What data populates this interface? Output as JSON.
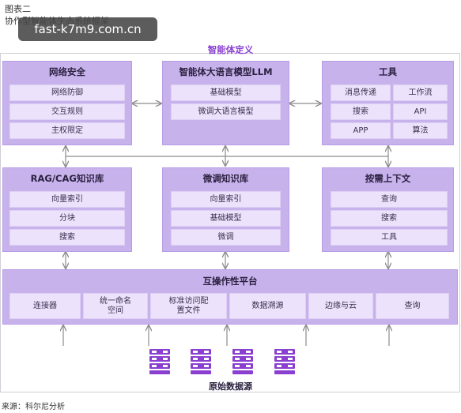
{
  "figure_label": "图表二",
  "figure_title": "协作型智能体生态系统框架",
  "watermark": "fast-k7m9.com.cn",
  "top_caption": "智能体定义",
  "panels": {
    "network_security": {
      "title": "网络安全",
      "items": [
        "网络防御",
        "交互规则",
        "主权限定"
      ]
    },
    "llm": {
      "title": "智能体大语言模型LLM",
      "items": [
        "基础模型",
        "微调大语言模型"
      ]
    },
    "tools": {
      "title": "工具",
      "items": [
        "消息传递",
        "工作流",
        "搜索",
        "API",
        "APP",
        "算法"
      ]
    },
    "rag_cag": {
      "title": "RAG/CAG知识库",
      "items": [
        "向量索引",
        "分块",
        "搜索"
      ]
    },
    "finetune_kb": {
      "title": "微调知识库",
      "items": [
        "向量索引",
        "基础模型",
        "微调"
      ]
    },
    "context": {
      "title": "按需上下文",
      "items": [
        "查询",
        "搜索",
        "工具"
      ]
    }
  },
  "platform": {
    "title": "互操作性平台",
    "items": [
      "连接器",
      "统一命名\n空间",
      "标准访问配\n置文件",
      "数据溯源",
      "边缘与云",
      "查询"
    ]
  },
  "raw_data_caption": "原始数据源",
  "source": "来源：科尔尼分析",
  "colors": {
    "panel": "#c8b2ec",
    "chip": "#ece2fb",
    "accent": "#8a3fd1",
    "arrow": "#8c8c8c",
    "db_icon": "#8a3fd1"
  }
}
